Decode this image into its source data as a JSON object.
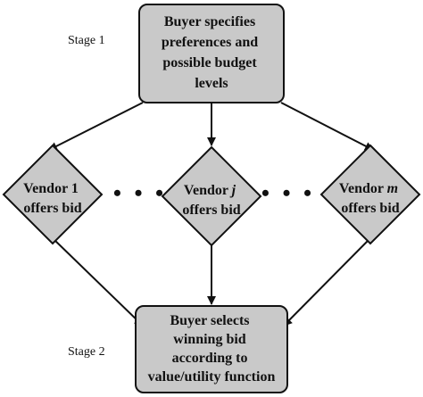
{
  "stages": {
    "stage1": "Stage 1",
    "stage2": "Stage 2"
  },
  "top_box": {
    "line1": "Buyer specifies",
    "line2": "preferences and",
    "line3": "possible budget",
    "line4": "levels"
  },
  "vendor1": {
    "line1": "Vendor 1",
    "line2": "offers bid"
  },
  "vendorj": {
    "line1_prefix": "Vendor ",
    "line1_var": "j",
    "line2": "offers bid"
  },
  "vendorm": {
    "line1_prefix": "Vendor ",
    "line1_var": "m",
    "line2": "offers bid"
  },
  "ellipsis": {
    "left": "• • •",
    "right": "• • •"
  },
  "bottom_box": {
    "line1": "Buyer selects",
    "line2": "winning bid",
    "line3": "according to",
    "line4": "value/utility function"
  },
  "colors": {
    "node_fill": "#c9c9c9",
    "stroke": "#111111"
  }
}
